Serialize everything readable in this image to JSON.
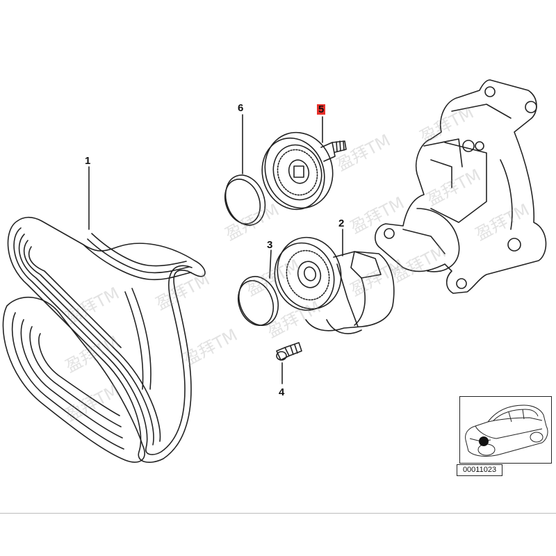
{
  "callouts": [
    {
      "id": "belt",
      "label": "1"
    },
    {
      "id": "tensioner",
      "label": "2"
    },
    {
      "id": "tensioner-cap",
      "label": "3"
    },
    {
      "id": "bolt",
      "label": "4"
    },
    {
      "id": "idler-pulley",
      "label": "5",
      "highlighted": true
    },
    {
      "id": "idler-cap",
      "label": "6"
    }
  ],
  "reference_code": "00011023",
  "watermark_text": "盈拜TM",
  "colors": {
    "line": "#222222",
    "highlight": "#e8302a",
    "background": "#ffffff"
  }
}
